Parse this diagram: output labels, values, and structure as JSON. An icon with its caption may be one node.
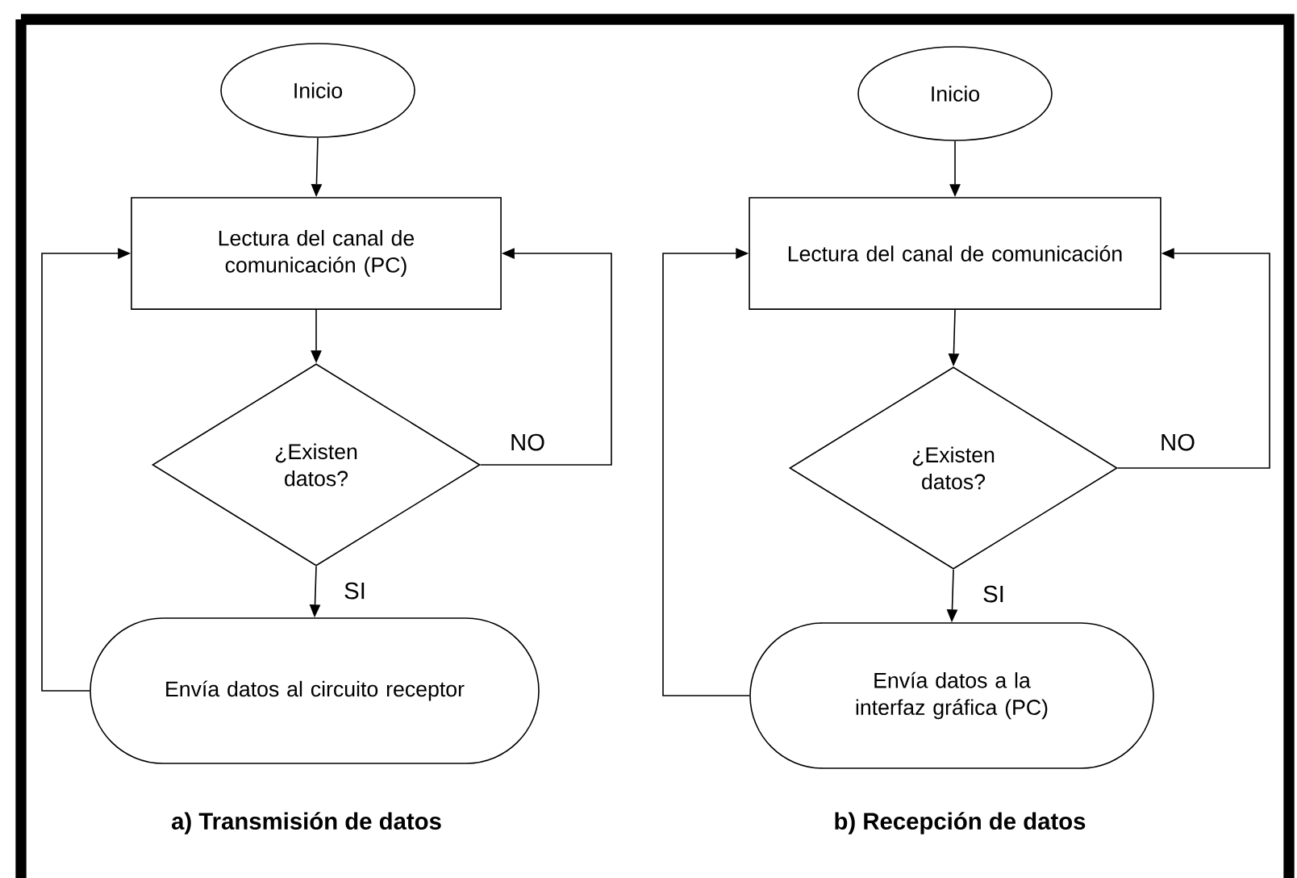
{
  "diagram": {
    "nodes": [
      {
        "text": [
          "Inicio"
        ]
      },
      {
        "text": [
          "Lectura del canal de comunicación (PC)"
        ]
      },
      {
        "text": [
          "¿Existen datos?"
        ]
      },
      {
        "text": [
          "Envía datos al circuito receptor"
        ]
      },
      {
        "text": [
          "Inicio"
        ]
      },
      {
        "text": [
          "Lectura del canal de comunicación"
        ]
      },
      {
        "text": [
          "¿Existen datos?"
        ]
      },
      {
        "text": [
          "Envía datos a la interfaz gráfica (PC)"
        ]
      }
    ],
    "edges": [
      {
        "from": 0,
        "to": 1,
        "arrow": "to"
      },
      {
        "from": 1,
        "to": 2,
        "arrow": "to"
      },
      {
        "from": 2,
        "to": 3,
        "arrow": "to",
        "label": "SI"
      },
      {
        "from": 2,
        "to": 1,
        "arrow": "to",
        "label": "NO"
      },
      {
        "from": 3,
        "to": 1,
        "arrow": "to"
      },
      {
        "from": 4,
        "to": 5,
        "arrow": "to"
      },
      {
        "from": 5,
        "to": 6,
        "arrow": "to"
      },
      {
        "from": 6,
        "to": 7,
        "arrow": "to",
        "label": "SI"
      },
      {
        "from": 6,
        "to": 5,
        "arrow": "to",
        "label": "NO"
      },
      {
        "from": 7,
        "to": 5,
        "arrow": "to"
      }
    ],
    "labels": [
      "a) Transmisión de datos",
      "b) Recepción de datos"
    ]
  }
}
